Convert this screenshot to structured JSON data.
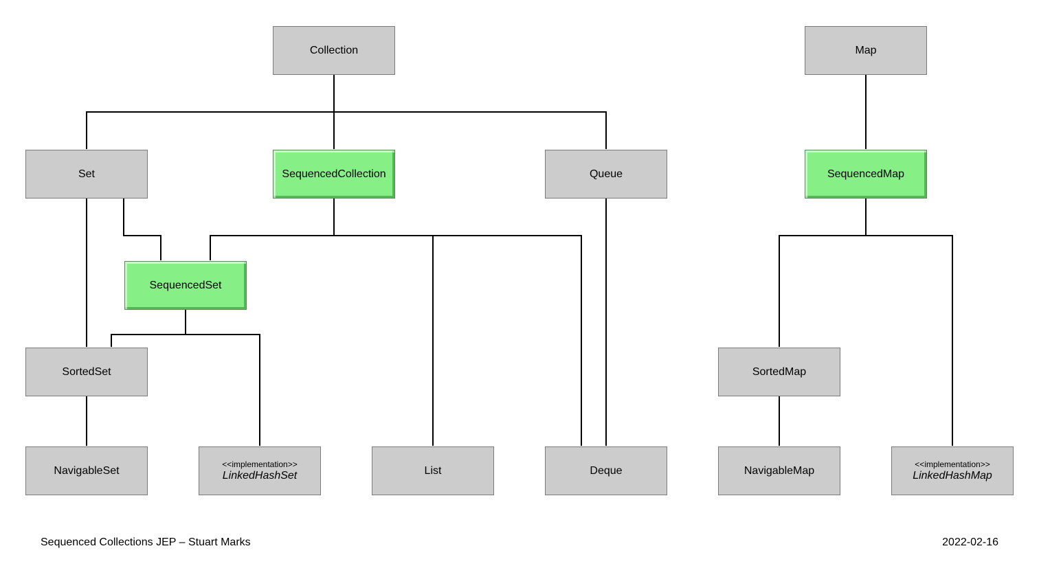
{
  "nodes": {
    "collection": {
      "label": "Collection"
    },
    "map": {
      "label": "Map"
    },
    "set": {
      "label": "Set"
    },
    "sequenced_collection": {
      "label": "SequencedCollection"
    },
    "queue": {
      "label": "Queue"
    },
    "sequenced_map": {
      "label": "SequencedMap"
    },
    "sequenced_set": {
      "label": "SequencedSet"
    },
    "sorted_set": {
      "label": "SortedSet"
    },
    "sorted_map": {
      "label": "SortedMap"
    },
    "navigable_set": {
      "label": "NavigableSet"
    },
    "linked_hash_set": {
      "stereotype": "<<implementation>>",
      "label": "LinkedHashSet"
    },
    "list": {
      "label": "List"
    },
    "deque": {
      "label": "Deque"
    },
    "navigable_map": {
      "label": "NavigableMap"
    },
    "linked_hash_map": {
      "stereotype": "<<implementation>>",
      "label": "LinkedHashMap"
    }
  },
  "edges": [
    {
      "from": "collection",
      "to": "set"
    },
    {
      "from": "collection",
      "to": "sequenced_collection"
    },
    {
      "from": "collection",
      "to": "queue"
    },
    {
      "from": "map",
      "to": "sequenced_map"
    },
    {
      "from": "set",
      "to": "sorted_set"
    },
    {
      "from": "set",
      "to": "sequenced_set"
    },
    {
      "from": "sequenced_collection",
      "to": "sequenced_set"
    },
    {
      "from": "sequenced_collection",
      "to": "list"
    },
    {
      "from": "sequenced_collection",
      "to": "deque"
    },
    {
      "from": "queue",
      "to": "deque"
    },
    {
      "from": "sequenced_set",
      "to": "sorted_set"
    },
    {
      "from": "sequenced_set",
      "to": "linked_hash_set"
    },
    {
      "from": "sorted_set",
      "to": "navigable_set"
    },
    {
      "from": "sequenced_map",
      "to": "sorted_map"
    },
    {
      "from": "sequenced_map",
      "to": "linked_hash_map"
    },
    {
      "from": "sorted_map",
      "to": "navigable_map"
    }
  ],
  "colors": {
    "node_fill": "#cccccc",
    "node_border": "#7a7a7a",
    "highlight_fill": "#86ef86",
    "line": "#000000"
  },
  "footer": {
    "left": "Sequenced Collections JEP – Stuart Marks",
    "right": "2022-02-16"
  }
}
